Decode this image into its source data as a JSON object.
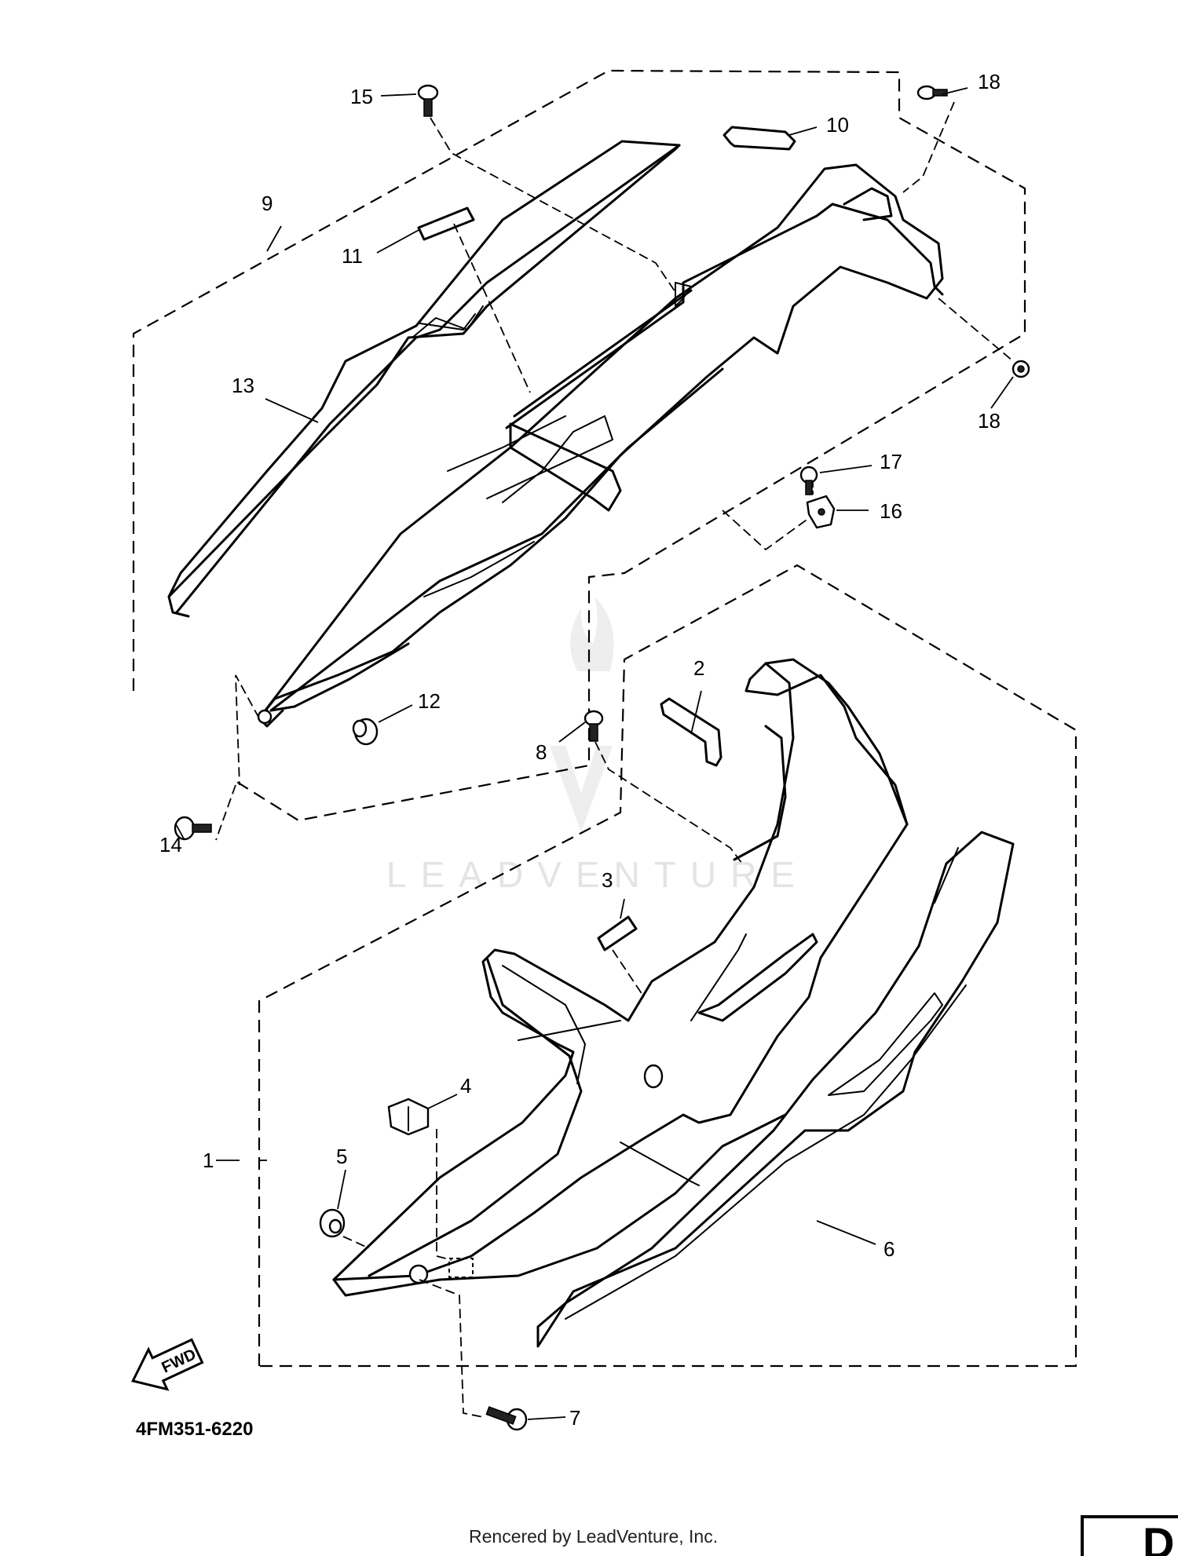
{
  "callouts": [
    "1",
    "2",
    "3",
    "4",
    "5",
    "6",
    "7",
    "8",
    "9",
    "10",
    "11",
    "12",
    "13",
    "14",
    "15",
    "16",
    "17",
    "18",
    "18"
  ],
  "diagram_ref": "4FM351-6220",
  "fwd_label": "FWD",
  "watermark": "LEADVENTURE",
  "credit": "Rencered by LeadVenture, Inc.",
  "corner_tab": "D"
}
